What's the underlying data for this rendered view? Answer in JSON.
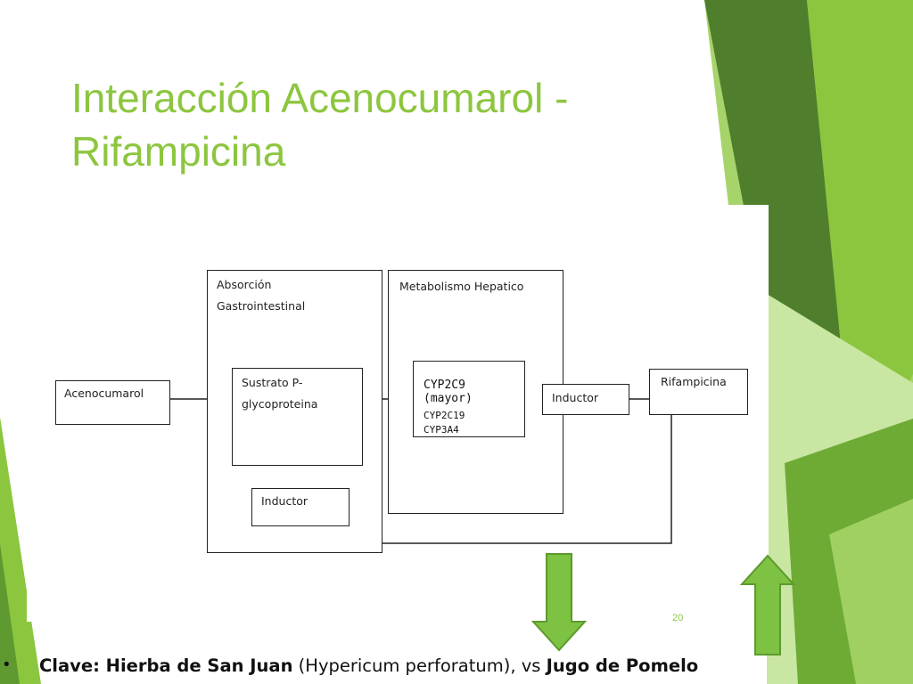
{
  "slide": {
    "title_line1": "Interacción Acenocumarol -",
    "title_line2": "Rifampicina",
    "page_number": "20"
  },
  "diagram": {
    "absorcion_line1": "Absorción",
    "absorcion_line2": "Gastrointestinal",
    "metabolismo": "Metabolismo Hepatico",
    "acenocumarol": "Acenocumarol",
    "sustrato_line1": "Sustrato P-",
    "sustrato_line2": "glycoproteina",
    "cyp2c9": "CYP2C9",
    "mayor": "(mayor)",
    "cyp2c19": "CYP2C19",
    "cyp3a4": "CYP3A4",
    "inductor_hepatic": "Inductor",
    "rifampicina": "Rifampicina",
    "inductor_gi": "Inductor"
  },
  "footer": {
    "bullet": "•",
    "clave": "Clave: Hierba de San Juan",
    "hypericum": " (Hypericum perforatum), vs ",
    "pomelo": "Jugo de Pomelo"
  },
  "colors": {
    "accent_green": "#8cc63f",
    "arrow_green": "#7dc242"
  }
}
